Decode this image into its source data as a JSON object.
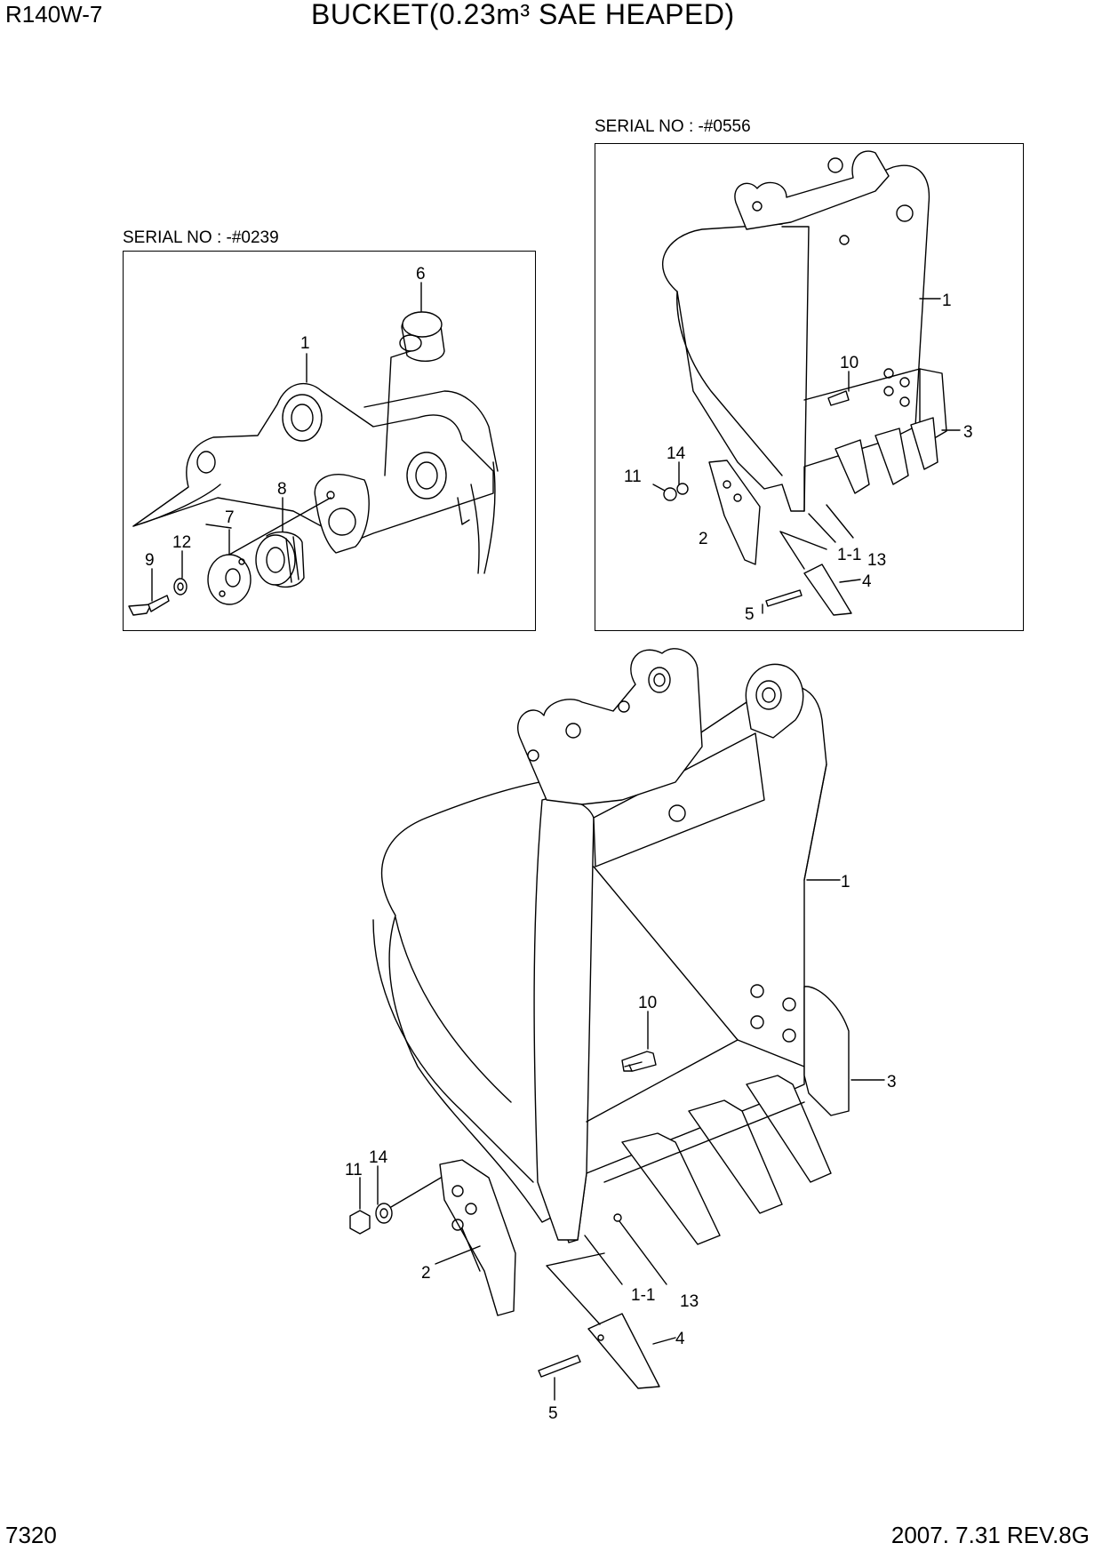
{
  "header": {
    "model": "R140W-7",
    "title": "BUCKET(0.23m³ SAE HEAPED)"
  },
  "inset_left": {
    "serial": "SERIAL NO : -#0239",
    "callouts": [
      "1",
      "6",
      "7",
      "8",
      "9",
      "12"
    ]
  },
  "inset_right": {
    "serial": "SERIAL NO : -#0556",
    "callouts": [
      "1",
      "10",
      "3",
      "14",
      "11",
      "2",
      "1-1",
      "13",
      "4",
      "5"
    ]
  },
  "main": {
    "callouts": [
      "1",
      "10",
      "3",
      "11",
      "14",
      "2",
      "1-1",
      "13",
      "4",
      "5"
    ]
  },
  "footer": {
    "page": "7320",
    "date_rev": "2007. 7.31  REV.8G"
  }
}
